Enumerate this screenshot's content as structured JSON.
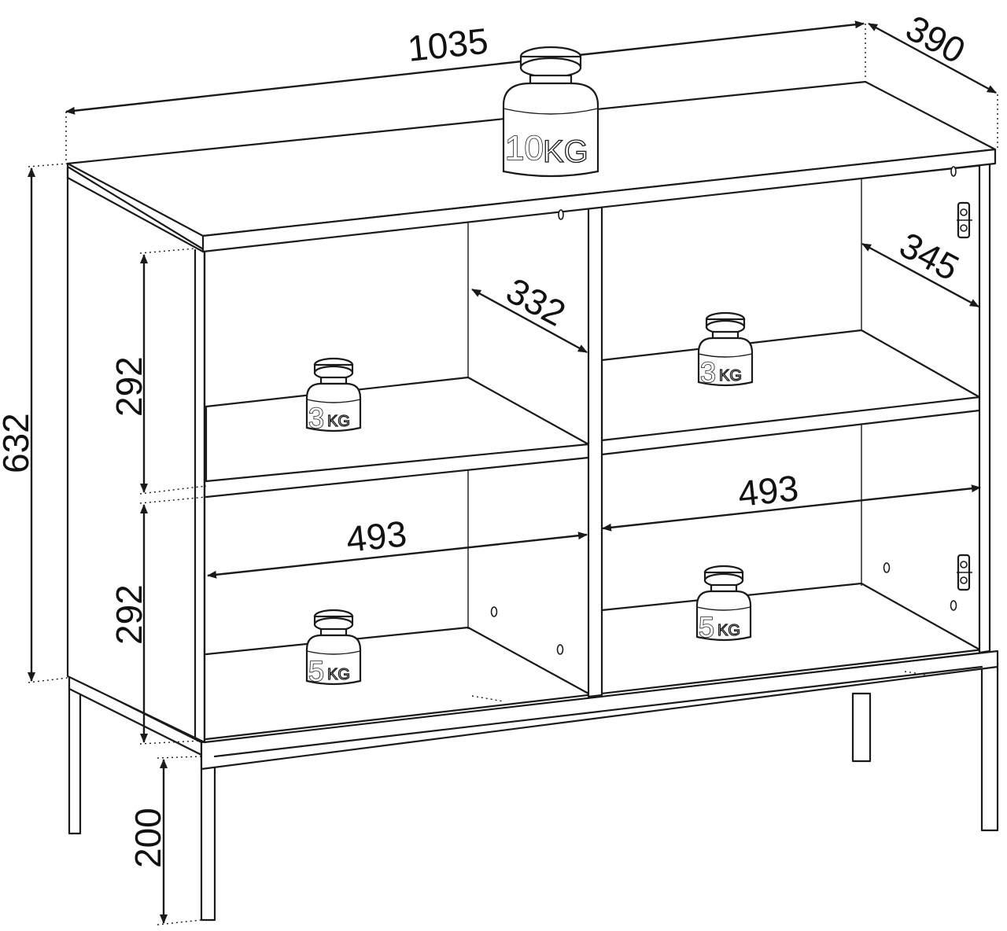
{
  "dimensions": {
    "width": "1035",
    "depth": "390",
    "height": "632",
    "leg_height": "200",
    "upper_shelf_height": "292",
    "lower_shelf_height": "292",
    "left_inner_depth": "332",
    "right_inner_depth": "345",
    "upper_right_inner_width": "493",
    "lower_left_inner_width": "493"
  },
  "weights": {
    "top": {
      "value": "10",
      "unit": "KG"
    },
    "upper_left": {
      "value": "3",
      "unit": "KG"
    },
    "upper_right": {
      "value": "3",
      "unit": "KG"
    },
    "lower_left": {
      "value": "5",
      "unit": "KG"
    },
    "lower_right": {
      "value": "5",
      "unit": "KG"
    }
  }
}
